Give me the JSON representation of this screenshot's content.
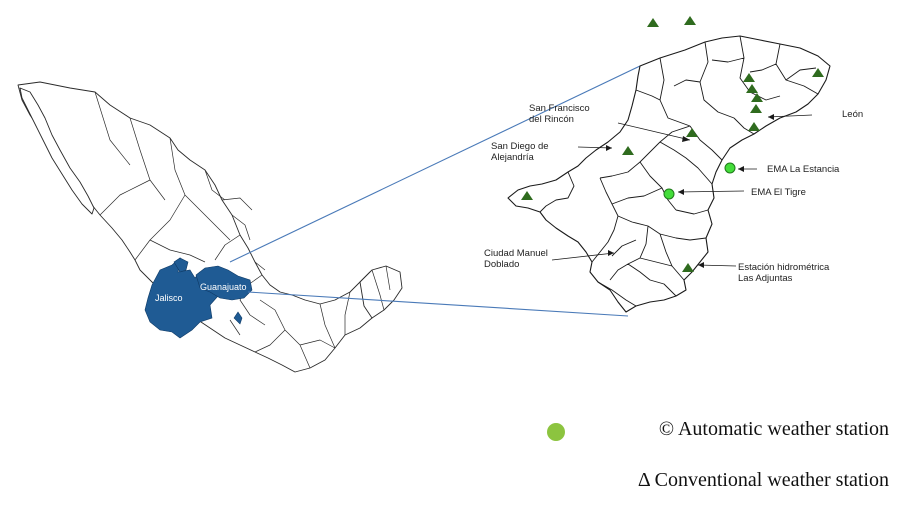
{
  "map": {
    "state_labels": {
      "jalisco": "Jalisco",
      "guanajuato": "Guanajuato"
    },
    "station_labels": {
      "leon": "León",
      "san_francisco": [
        "San Francisco",
        "del Rincón"
      ],
      "san_diego": [
        "San Diego de",
        "Alejandría"
      ],
      "ema_la_estancia": "EMA La Estancia",
      "ema_el_tigre": "EMA El Tigre",
      "ciudad_manuel_doblado": [
        "Ciudad Manuel",
        "Doblado"
      ],
      "estacion_hidrometrica": [
        "Estación hidrométrica",
        "Las Adjuntas"
      ]
    },
    "colors": {
      "highlight_state": "#1f5b94",
      "connector_line": "#4a7ab8",
      "conventional_station": "#2f6b1e",
      "automatic_station": "#44dd3a",
      "legend_dot": "#8cc43f",
      "outline": "#2a2a2a"
    }
  },
  "legend": {
    "automatic": "© Automatic weather station",
    "conventional": "Δ Conventional weather station"
  }
}
